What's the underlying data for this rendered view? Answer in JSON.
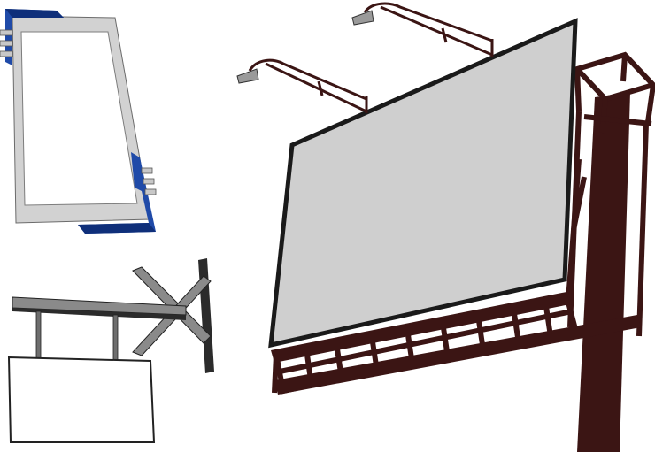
{
  "scene": {
    "description_items": [
      "vertical-frame-sign",
      "hanging-bracket-sign",
      "large-billboard"
    ],
    "colors": {
      "background": "#ffffff",
      "frame_gray": "#d2d2d2",
      "frame_blue": "#1f4aa8",
      "frame_blue_dark": "#0f2f7a",
      "billboard_panel": "#cfcfcf",
      "billboard_border": "#1a1a1a",
      "structure_brown": "#3b1514",
      "bracket_gray": "#8a8a8a",
      "bracket_dark": "#2b2b2b",
      "lamp_gray": "#9a9a9a"
    }
  }
}
